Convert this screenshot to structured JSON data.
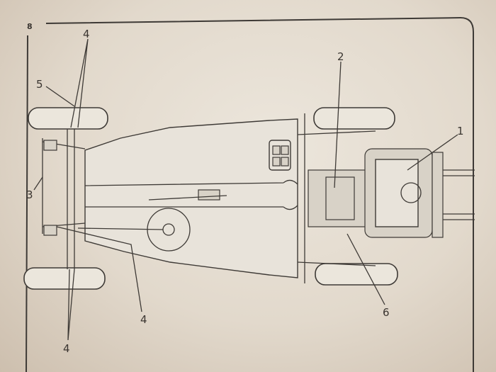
{
  "page_number": "8",
  "callouts": {
    "c1": "1",
    "c2": "2",
    "c3": "3",
    "c4_top": "4",
    "c4_mid": "4",
    "c4_bottom": "4",
    "c5": "5",
    "c6": "6"
  },
  "colors": {
    "paper": "#e6ddd0",
    "ink": "#3e3a36"
  }
}
